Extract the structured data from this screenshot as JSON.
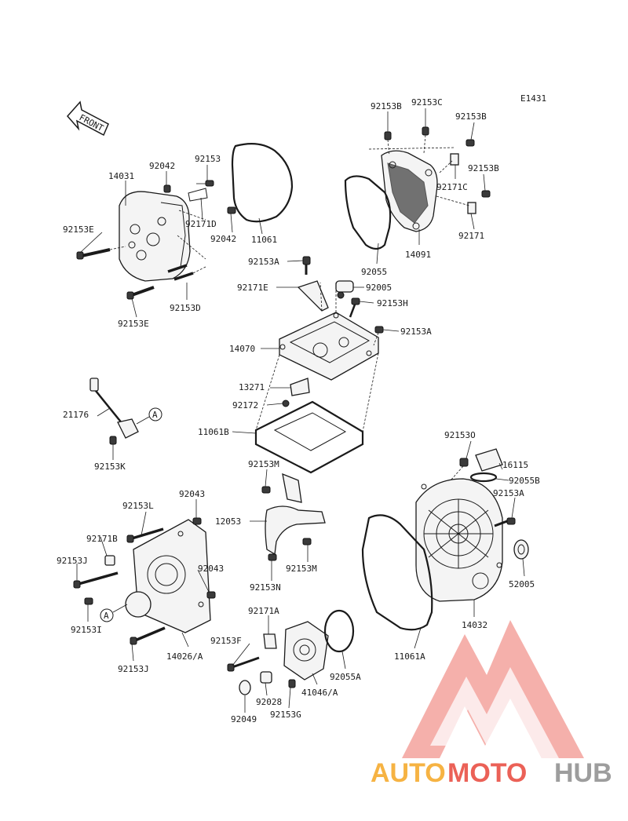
{
  "diagram_code": "E1431",
  "front_label": "FRONT",
  "callout_letter": "A",
  "colors": {
    "watermark_triangle": "#e8463a",
    "watermark_orange": "#f5a623",
    "watermark_grey": "#8c8c8c"
  },
  "watermark": {
    "part1": "AUTO",
    "part2": "MOTO",
    "part3": "HUB"
  },
  "labels": {
    "p14031": "14031",
    "p92042a": "92042",
    "p92153": "92153",
    "p92171d": "92171D",
    "p92042b": "92042",
    "p11061": "11061",
    "p92153e_a": "92153E",
    "p92153e_b": "92153E",
    "p92153d": "92153D",
    "p92153b_a": "92153B",
    "p92153c": "92153C",
    "p92153b_b": "92153B",
    "p92153b_c": "92153B",
    "p92171c": "92171C",
    "p92171": "92171",
    "p14091": "14091",
    "p92055": "92055",
    "p92153a_a": "92153A",
    "p92171e": "92171E",
    "p92005": "92005",
    "p92153h": "92153H",
    "p92153a_b": "92153A",
    "p14070": "14070",
    "p13271": "13271",
    "p92172": "92172",
    "p11061b": "11061B",
    "p21176": "21176",
    "p92153k": "92153K",
    "p92153o": "92153O",
    "p16115": "16115",
    "p92055b": "92055B",
    "p92153a_c": "92153A",
    "p52005": "52005",
    "p14032": "14032",
    "p11061a": "11061A",
    "p92153m_a": "92153M",
    "p12053": "12053",
    "p92153m_b": "92153M",
    "p92153n": "92153N",
    "p92153l": "92153L",
    "p92043a": "92043",
    "p92171b": "92171B",
    "p92153j_a": "92153J",
    "p92043b": "92043",
    "p92153i": "92153I",
    "p92153j_b": "92153J",
    "p14026a": "14026/A",
    "p92171a": "92171A",
    "p92153f": "92153F",
    "p92028": "92028",
    "p92049": "92049",
    "p92153g": "92153G",
    "p41046a": "41046/A",
    "p92055a": "92055A"
  }
}
